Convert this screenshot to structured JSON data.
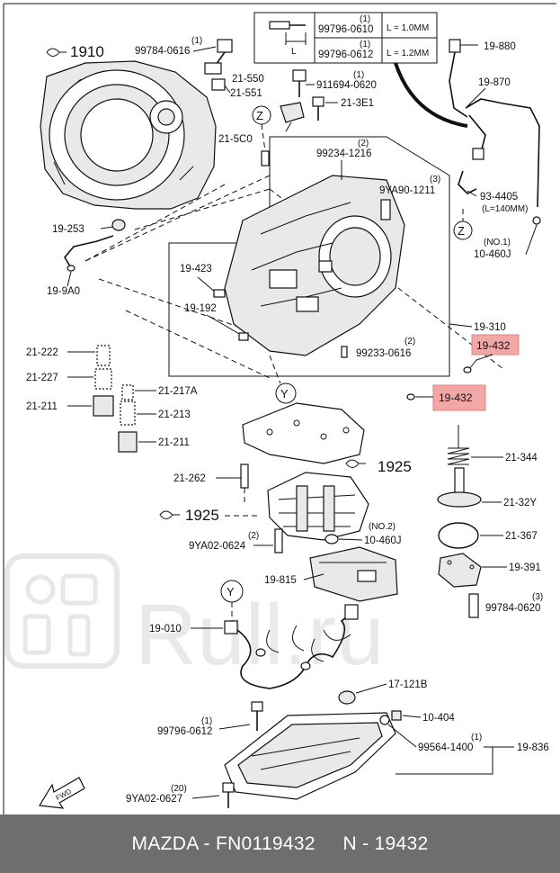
{
  "table": {
    "rows": [
      {
        "qty": "(1)",
        "part": "99796-0610",
        "spec": "L = 1.0MM"
      },
      {
        "qty": "(1)",
        "part": "99796-0612",
        "spec": "L = 1.2MM"
      }
    ],
    "dim_label": "L"
  },
  "groups": {
    "g1910": "1910",
    "g1925a": "1925",
    "g1925b": "1925"
  },
  "circles": {
    "z": "Z",
    "y": "Y"
  },
  "labels": {
    "l99784_0616": "99784-0616",
    "q99784_0616": "(1)",
    "l21_550": "21-550",
    "l21_551": "21-551",
    "l911694": "911694-0620",
    "q911694": "(1)",
    "l21_3e1": "21-3E1",
    "l21_5c0": "21-5C0",
    "l99234": "99234-1216",
    "q99234": "(2)",
    "l9ya90": "9YA90-1211",
    "q9ya90": "(3)",
    "l19_880": "19-880",
    "l19_870": "19-870",
    "l93_4405": "93-4405",
    "l93_4405_note": "(L=140MM)",
    "lno1": "(NO.1)",
    "l10_460j_a": "10-460J",
    "l19_253": "19-253",
    "l19_9a0": "19-9A0",
    "l19_423": "19-423",
    "l19_192": "19-192",
    "l19_310": "19-310",
    "l99233": "99233-0616",
    "q99233": "(2)",
    "l19_432a": "19-432",
    "l19_432b": "19-432",
    "l21_222": "21-222",
    "l21_227": "21-227",
    "l21_211a": "21-211",
    "l21_217a": "21-217A",
    "l21_213": "21-213",
    "l21_211b": "21-211",
    "l21_262": "21-262",
    "l21_344": "21-344",
    "l21_32y": "21-32Y",
    "l21_367": "21-367",
    "l9ya02_0624": "9YA02-0624",
    "q9ya02_0624": "(2)",
    "lno2": "(NO.2)",
    "l10_460j_b": "10-460J",
    "l19_815": "19-815",
    "l19_391": "19-391",
    "l99784_0620": "99784-0620",
    "q99784_0620": "(3)",
    "l19_010": "19-010",
    "l17_121b": "17-121B",
    "l10_404": "10-404",
    "l99564": "99564-1400",
    "q99564": "(1)",
    "l19_836": "19-836",
    "l99796_0612": "99796-0612",
    "q99796_0612": "(1)",
    "l9ya02_0627": "9YA02-0627",
    "q9ya02_0627": "(20)",
    "lfwd": "FWD"
  },
  "watermark": "Rull.ru",
  "footer": {
    "text": "MAZDA - FN0119432     N - 19432"
  },
  "colors": {
    "highlight": "#f2a7a7",
    "footer_bg": "#6e6e6e",
    "footer_text": "#ffffff"
  }
}
